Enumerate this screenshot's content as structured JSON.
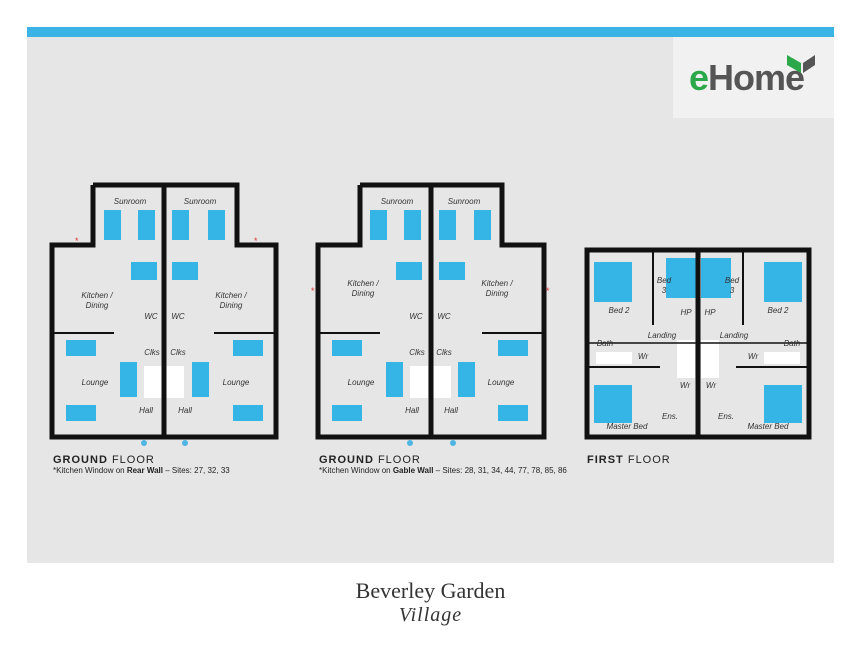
{
  "brand": {
    "logo": "eHome",
    "development_line1": "Beverley Garden",
    "development_line2": "Village"
  },
  "colors": {
    "accent": "#3bb4e5",
    "furniture": "#35b5e5",
    "logo_green": "#2aa84a",
    "wall": "#111111"
  },
  "plans": [
    {
      "caption_bold": "GROUND",
      "caption_rest": "FLOOR",
      "note_prefix": "*Kitchen Window on ",
      "note_bold": "Rear Wall",
      "note_suffix": " – Sites: 27, 32, 33",
      "rooms": {
        "sunroom": "Sunroom",
        "kitchen1": "Kitchen /",
        "kitchen2": "Dining",
        "wc": "WC",
        "clks": "Clks",
        "lounge": "Lounge",
        "hall": "Hall"
      }
    },
    {
      "caption_bold": "GROUND",
      "caption_rest": "FLOOR",
      "note_prefix": "*Kitchen Window on ",
      "note_bold": "Gable Wall",
      "note_suffix": " – Sites: 28, 31, 34, 44, 77, 78, 85, 86",
      "rooms": {
        "sunroom": "Sunroom",
        "kitchen1": "Kitchen /",
        "kitchen2": "Dining",
        "wc": "WC",
        "clks": "Clks",
        "lounge": "Lounge",
        "hall": "Hall"
      }
    },
    {
      "caption_bold": "FIRST",
      "caption_rest": "FLOOR",
      "rooms": {
        "bed2": "Bed 2",
        "bed3a": "Bed",
        "bed3b": "3",
        "hp": "HP",
        "landing": "Landing",
        "bath": "Bath",
        "wr": "Wr",
        "ens": "Ens.",
        "master": "Master Bed"
      }
    }
  ]
}
